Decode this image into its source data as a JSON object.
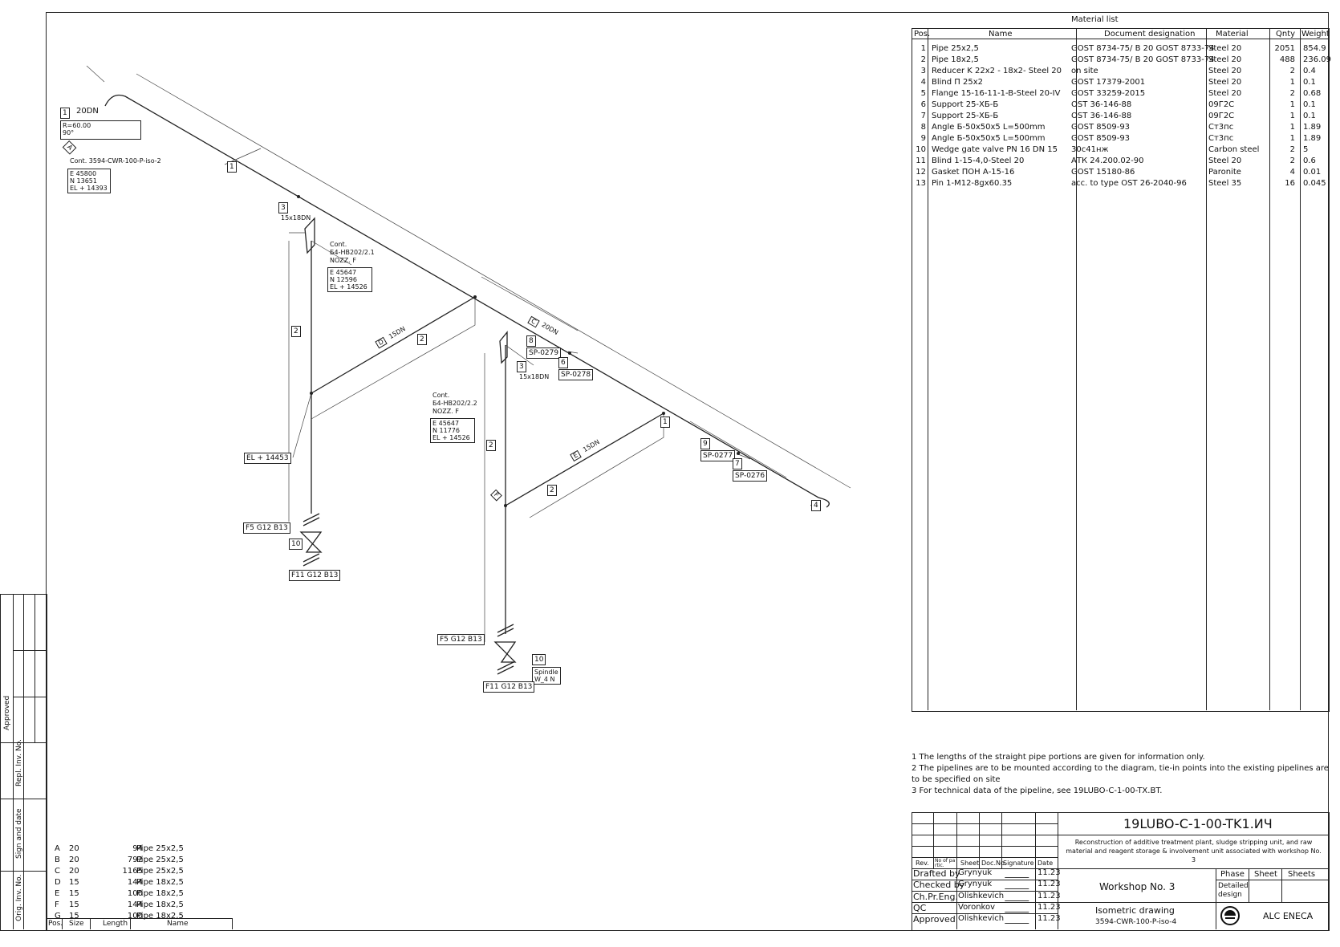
{
  "material_list": {
    "title": "Material list",
    "headers": {
      "pos": "Pos.",
      "name": "Name",
      "doc": "Document designation",
      "material": "Material",
      "qnty": "Qnty",
      "weight": "Weight"
    },
    "rows": [
      {
        "pos": "1",
        "name": "Pipe 25x2,5",
        "doc": "GOST 8734-75/ B 20 GOST 8733-74",
        "material": "Steel 20",
        "qnty": "2051",
        "weight": "854.9"
      },
      {
        "pos": "2",
        "name": "Pipe 18x2,5",
        "doc": "GOST 8734-75/ B 20 GOST 8733-74",
        "material": "Steel 20",
        "qnty": "488",
        "weight": "236.09"
      },
      {
        "pos": "3",
        "name": "Reducer K 22x2 - 18x2- Steel 20",
        "doc": "on site",
        "material": "Steel 20",
        "qnty": "2",
        "weight": "0.4"
      },
      {
        "pos": "4",
        "name": "Blind П 25x2",
        "doc": "GOST 17379-2001",
        "material": "Steel 20",
        "qnty": "1",
        "weight": "0.1"
      },
      {
        "pos": "5",
        "name": "Flange 15-16-11-1-B-Steel 20-IV",
        "doc": "GOST 33259-2015",
        "material": "Steel 20",
        "qnty": "2",
        "weight": "0.68"
      },
      {
        "pos": "6",
        "name": "Support 25-ХБ-Б",
        "doc": "OST 36-146-88",
        "material": "09Г2С",
        "qnty": "1",
        "weight": "0.1"
      },
      {
        "pos": "7",
        "name": "Support 25-ХБ-Б",
        "doc": "OST 36-146-88",
        "material": "09Г2С",
        "qnty": "1",
        "weight": "0.1"
      },
      {
        "pos": "8",
        "name": "Angle Б-50x50x5  L=500mm",
        "doc": "GOST 8509-93",
        "material": "Ст3пс",
        "qnty": "1",
        "weight": "1.89"
      },
      {
        "pos": "9",
        "name": "Angle Б-50x50x5  L=500mm",
        "doc": "GOST 8509-93",
        "material": "Ст3пс",
        "qnty": "1",
        "weight": "1.89"
      },
      {
        "pos": "10",
        "name": "Wedge gate valve PN 16 DN 15",
        "doc": "30с41нж",
        "material": "Carbon steel",
        "qnty": "2",
        "weight": "5"
      },
      {
        "pos": "11",
        "name": "Blind 1-15-4,0-Steel 20",
        "doc": "АТК 24.200.02-90",
        "material": "Steel 20",
        "qnty": "2",
        "weight": "0.6"
      },
      {
        "pos": "12",
        "name": "Gasket ПОН А-15-16",
        "doc": "GOST 15180-86",
        "material": "Paronite",
        "qnty": "4",
        "weight": "0.01"
      },
      {
        "pos": "13",
        "name": "Pin 1-M12-8gx60.35",
        "doc": "acc. to type OST 26-2040-96",
        "material": "Steel 35",
        "qnty": "16",
        "weight": "0.045"
      }
    ]
  },
  "notes": [
    "1 The lengths of the straight pipe portions are given for information only.",
    "2 The pipelines are to be mounted according to the diagram, tie-in points into the existing pipelines are to be specified on site",
    "3 For technical data of the pipeline, see 19LUBO-C-1-00-TX.BT."
  ],
  "stamp": {
    "code": "19LUBO-C-1-00-TK1.ИЧ",
    "project": "Reconstruction of additive treatment plant, sludge stripping unit, and raw material and reagent storage & involvement unit associated with workshop No. 3",
    "col_headers": {
      "rev": "Rev.",
      "num": "No of pa rtic.",
      "sheet": "Sheet",
      "doc": "Doc.No.",
      "sign": "Signature",
      "date": "Date"
    },
    "people": [
      {
        "role": "Drafted by",
        "name": "Grynyuk",
        "date": "11.23"
      },
      {
        "role": "Checked by",
        "name": "Grynyuk",
        "date": "11.23"
      },
      {
        "role": "Ch.Pr.Eng.",
        "name": "Olishkevich",
        "date": "11.23"
      },
      {
        "role": "QC",
        "name": "Voronkov",
        "date": "11.23"
      },
      {
        "role": "Approved",
        "name": "Olishkevich",
        "date": "11.23"
      }
    ],
    "workshop": "Workshop No. 3",
    "phase_label": "Phase",
    "sheet_label": "Sheet",
    "sheets_label": "Sheets",
    "phase_value": "Detailed design",
    "drawing_type": "Isometric drawing",
    "drawing_no": "3594-CWR-100-P-iso-4",
    "company": "ALC ENECA"
  },
  "pipe_table": {
    "headers": {
      "pos": "Pos.",
      "size": "Size",
      "length": "Length",
      "name": "Name"
    },
    "rows": [
      {
        "pos": "A",
        "size": "20",
        "length": "94",
        "name": "Pipe 25x2,5"
      },
      {
        "pos": "B",
        "size": "20",
        "length": "792",
        "name": "Pipe 25x2,5"
      },
      {
        "pos": "C",
        "size": "20",
        "length": "1165",
        "name": "Pipe 25x2,5"
      },
      {
        "pos": "D",
        "size": "15",
        "length": "144",
        "name": "Pipe 18x2,5"
      },
      {
        "pos": "E",
        "size": "15",
        "length": "100",
        "name": "Pipe 18x2,5"
      },
      {
        "pos": "F",
        "size": "15",
        "length": "144",
        "name": "Pipe 18x2,5"
      },
      {
        "pos": "G",
        "size": "15",
        "length": "100",
        "name": "Pipe 18x2,5"
      }
    ]
  },
  "side_labels": {
    "approved": "Approved",
    "repl": "Repl. Inv. No.",
    "sign": "Sign and date",
    "orig": "Orig. Inv. No."
  },
  "drawing": {
    "tag1": "1",
    "dn20a": "20DN",
    "radius": "R=60.00",
    "angle": "90°",
    "marker_a": "A",
    "cont1": "Cont. 3594-CWR-100-P-iso-2",
    "e1": "E 45800",
    "n1": "N 13651",
    "el1": "EL + 14393",
    "tag_1b": "1",
    "tag3a": "3",
    "dn15_18a": "15x18DN",
    "cont2a": "Cont.",
    "cont2b": "Б4-НВ202/2.1",
    "cont2c": "NOZZ. F",
    "e2": "E 45647",
    "n2": "N 12596",
    "el2": "EL + 14526",
    "tag2a": "2",
    "marker_d": "D",
    "dn15a": "15DN",
    "tag2b": "2",
    "marker_c": "C",
    "dn20b": "20DN",
    "tag8": "8",
    "sp279": "SP-0279",
    "tag6": "6",
    "sp278": "SP-0278",
    "tag3b": "3",
    "dn15_18b": "15x18DN",
    "cont3a": "Cont.",
    "cont3b": "Б4-НВ202/2.2",
    "cont3c": "NOZZ. F",
    "e3": "E 45647",
    "n3": "N 11776",
    "el3": "EL + 14526",
    "tag1c": "1",
    "tag2c": "2",
    "marker_e": "E",
    "dn15b": "15DN",
    "tag2d": "2",
    "tag9": "9",
    "sp277": "SP-0277",
    "tag7": "7",
    "sp276": "SP-0276",
    "tag4": "4",
    "marker_f": "F",
    "el4": "EL + 14453",
    "f5a": "F5 G12 B13",
    "tag10a": "10",
    "f11a": "F11 G12 B13",
    "f5b": "F5 G12 B13",
    "tag10b": "10",
    "spindle1": "Spindle",
    "spindle2": "W_4 N",
    "f11b": "F11 G12 B13"
  }
}
